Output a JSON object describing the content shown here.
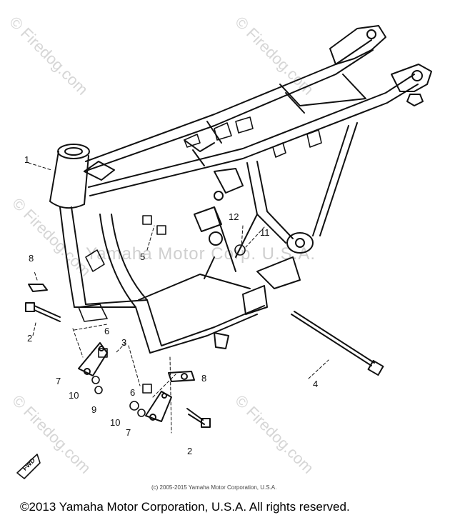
{
  "watermarks": {
    "site": "© Firedog.com",
    "center": "Yamaha Motor Corp. U.S.A."
  },
  "callouts": [
    {
      "id": "c1",
      "text": "1"
    },
    {
      "id": "c2a",
      "text": "2"
    },
    {
      "id": "c2b",
      "text": "2"
    },
    {
      "id": "c3",
      "text": "3"
    },
    {
      "id": "c4",
      "text": "4"
    },
    {
      "id": "c5",
      "text": "5"
    },
    {
      "id": "c6a",
      "text": "6"
    },
    {
      "id": "c6b",
      "text": "6"
    },
    {
      "id": "c7a",
      "text": "7"
    },
    {
      "id": "c7b",
      "text": "7"
    },
    {
      "id": "c8a",
      "text": "8"
    },
    {
      "id": "c8b",
      "text": "8"
    },
    {
      "id": "c9",
      "text": "9"
    },
    {
      "id": "c10a",
      "text": "10"
    },
    {
      "id": "c10b",
      "text": "10"
    },
    {
      "id": "c11",
      "text": "11"
    },
    {
      "id": "c12",
      "text": "12"
    }
  ],
  "fwd_label": "FWD",
  "small_copyright": "(c) 2005-2015 Yamaha Motor Corporation, U.S.A.",
  "copyright": "©2013 Yamaha Motor Corporation, U.S.A. All rights reserved.",
  "colors": {
    "line": "#111111",
    "watermark": "#d6d6d6"
  }
}
